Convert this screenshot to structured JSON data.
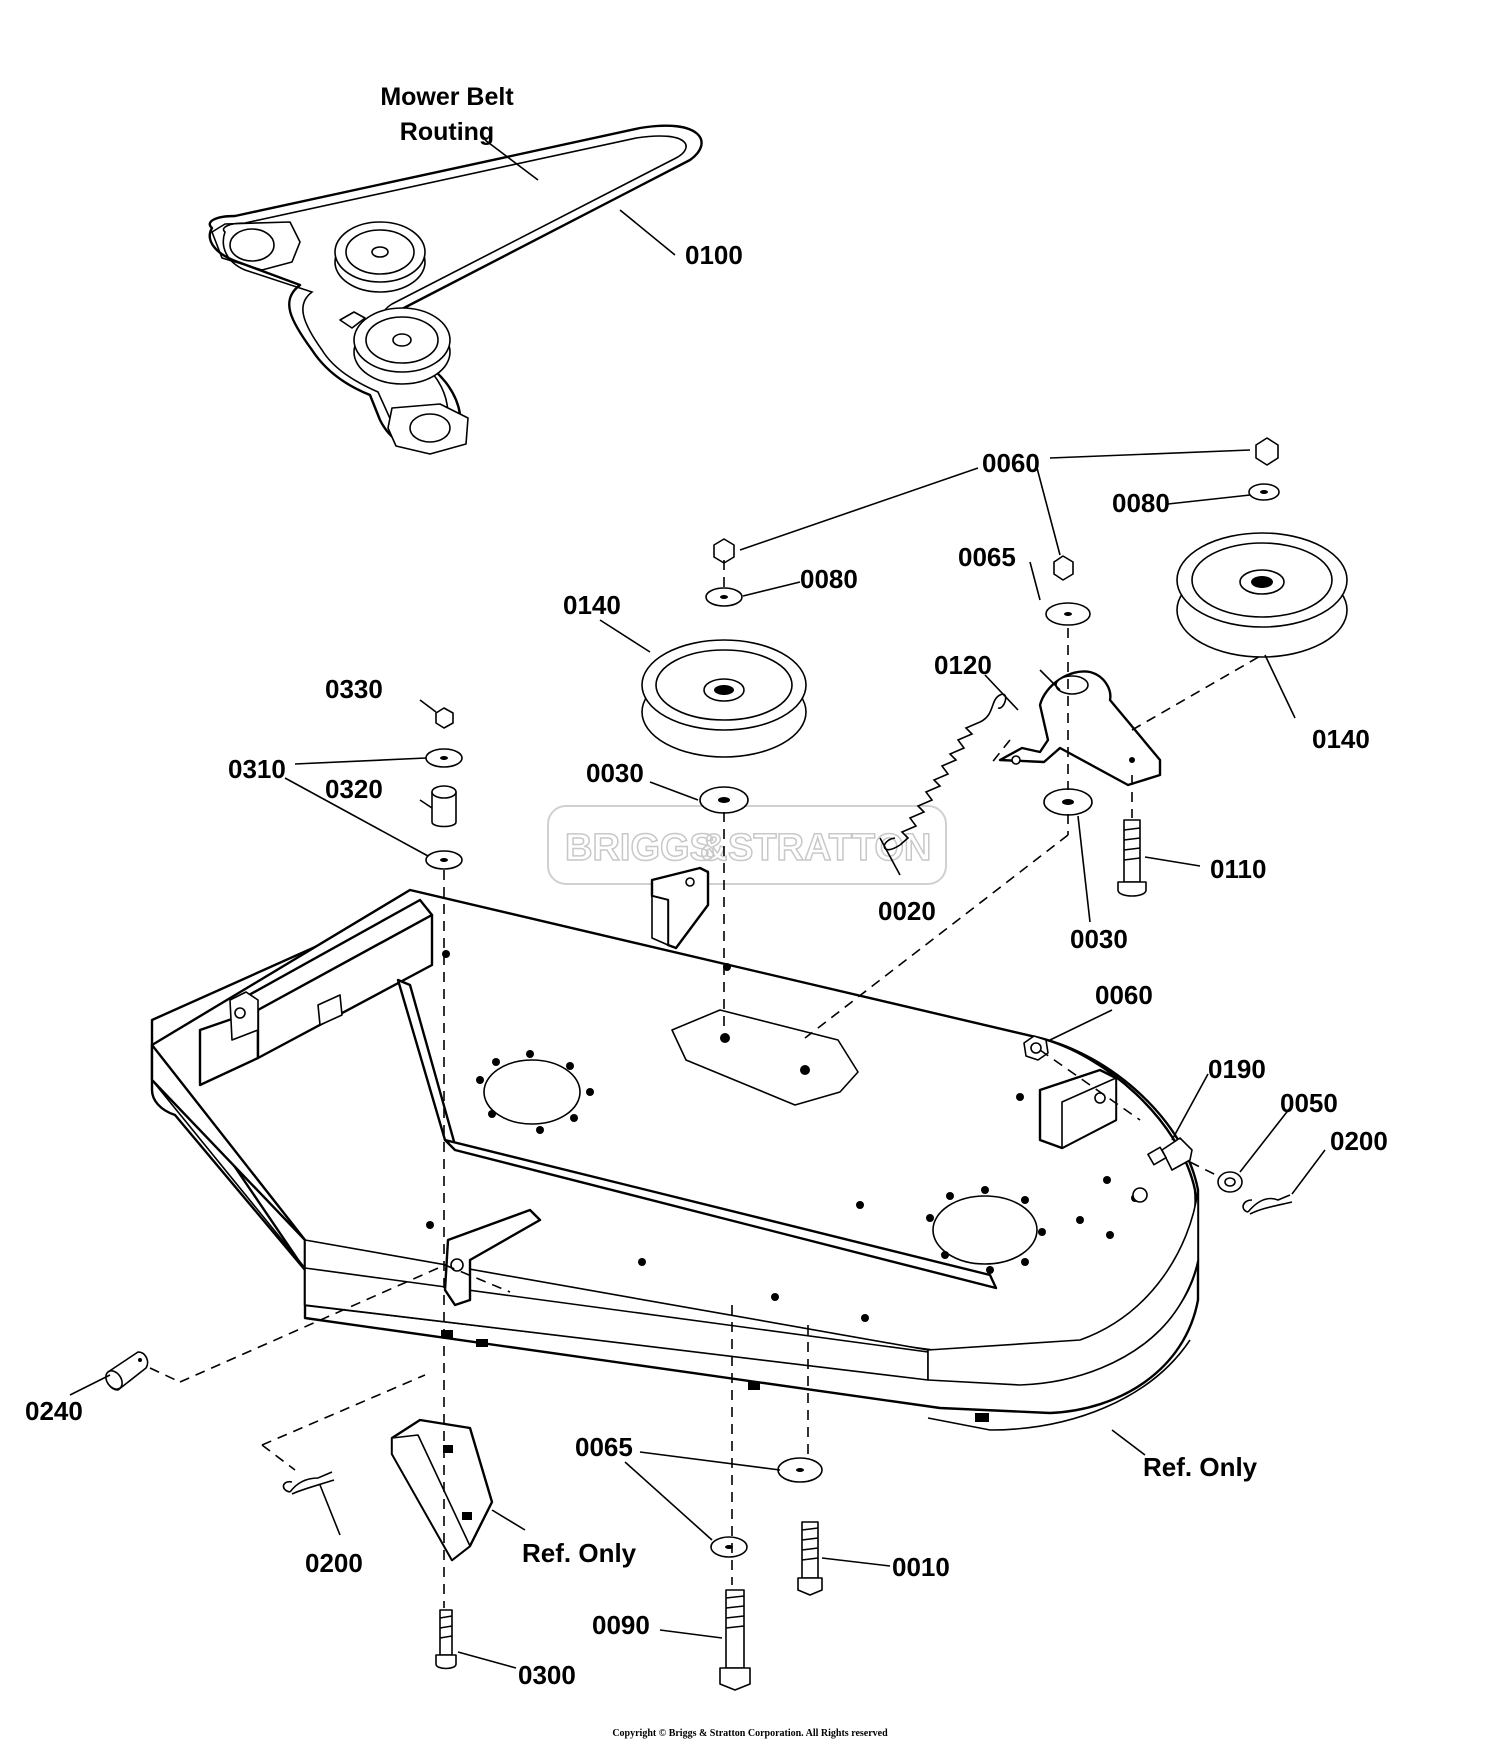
{
  "title": {
    "line1": "Mower Belt",
    "line2": "Routing"
  },
  "labels": {
    "belt": "0100",
    "nut_top_right": "0060",
    "washer_top_right": "0080",
    "washer_idler": "0065",
    "idler_bracket": "0120",
    "pulley_left": "0140",
    "washer_left": "0080",
    "pulley_right": "0140",
    "nut_stud": "0330",
    "washer_stud": "0310",
    "spacer_stud": "0320",
    "bushing_left": "0030",
    "spring": "0020",
    "bushing_right": "0030",
    "bolt_idler": "0110",
    "nut_side": "0060",
    "pin_side": "0190",
    "washer_side": "0050",
    "clip_side": "0200",
    "pin_front": "0240",
    "clip_front": "0200",
    "washer_bottom": "0065",
    "bolt_bottom": "0010",
    "bolt_long": "0090",
    "bolt_small": "0300",
    "ref_deck": "Ref. Only",
    "ref_bracket": "Ref. Only"
  },
  "watermark": {
    "left": "BRIGGS",
    "amp": "&",
    "right": "STRATTON"
  },
  "copyright": "Copyright © Briggs & Stratton Corporation. All Rights reserved"
}
